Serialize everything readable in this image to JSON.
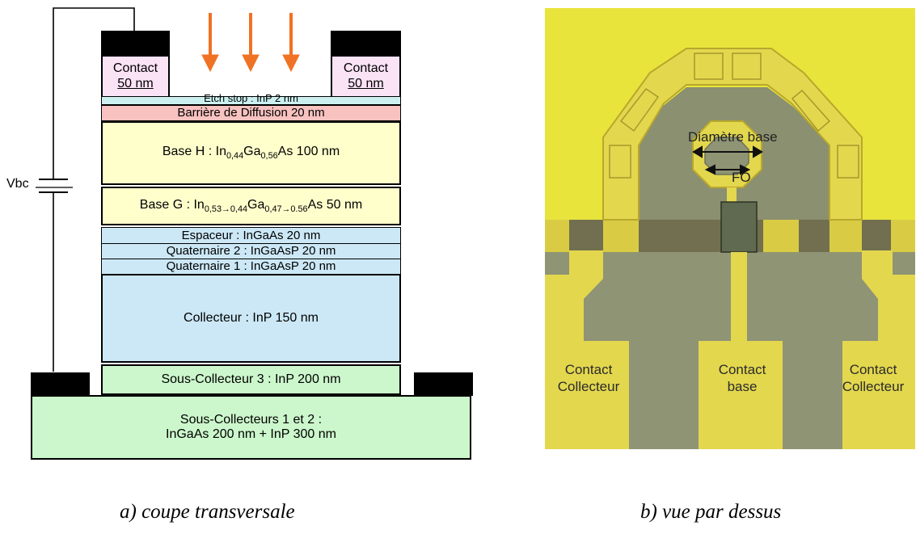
{
  "cross_section": {
    "vbc_label": "Vbc",
    "contact_left": {
      "line1": "Contact",
      "line2": "50 nm"
    },
    "contact_right": {
      "line1": "Contact",
      "line2": "50 nm"
    },
    "etch_stop": "Etch stop : InP 2 nm",
    "barriere": "Barrière de Diffusion 20 nm",
    "base_h": {
      "prefix": "Base H : In",
      "in_sub": "0,44",
      "ga": "Ga",
      "ga_sub": "0,56",
      "suffix": "As 100 nm"
    },
    "base_g": {
      "prefix": "Base G : In",
      "in_sub": "0,53→0,44",
      "ga": "Ga",
      "ga_sub": "0,47→0.56",
      "suffix": "As  50 nm"
    },
    "espaceur": "Espaceur : InGaAs 20 nm",
    "quaternaire2": "Quaternaire 2 : InGaAsP 20 nm",
    "quaternaire1": "Quaternaire 1 : InGaAsP 20 nm",
    "collecteur": "Collecteur : InP 150 nm",
    "sous_collecteur3": "Sous-Collecteur 3 : InP 200 nm",
    "sous_collecteurs12": {
      "line1": "Sous-Collecteurs 1 et 2 :",
      "line2": "InGaAs 200 nm + InP 300 nm"
    },
    "colors": {
      "contact": "#fbe3f6",
      "etch_stop": "#ccf0f0",
      "barriere": "#f7c2c0",
      "base": "#ffffcc",
      "cool": "#cce8f6",
      "sub": "#ccf7cc",
      "arrow": "#f07224",
      "metal": "#000000"
    }
  },
  "top_view": {
    "diametre_base": "Diamètre  base",
    "fo": "FO",
    "contact_collecteur_left": {
      "line1": "Contact",
      "line2": "Collecteur"
    },
    "contact_base": {
      "line1": "Contact",
      "line2": "base"
    },
    "contact_collecteur_right": {
      "line1": "Contact",
      "line2": "Collecteur"
    },
    "colors": {
      "background": "#e8e43c",
      "substrate": "#8f9474",
      "metal": "#e3d74e"
    }
  },
  "captions": {
    "a": "a) coupe transversale",
    "b": "b) vue par dessus"
  }
}
